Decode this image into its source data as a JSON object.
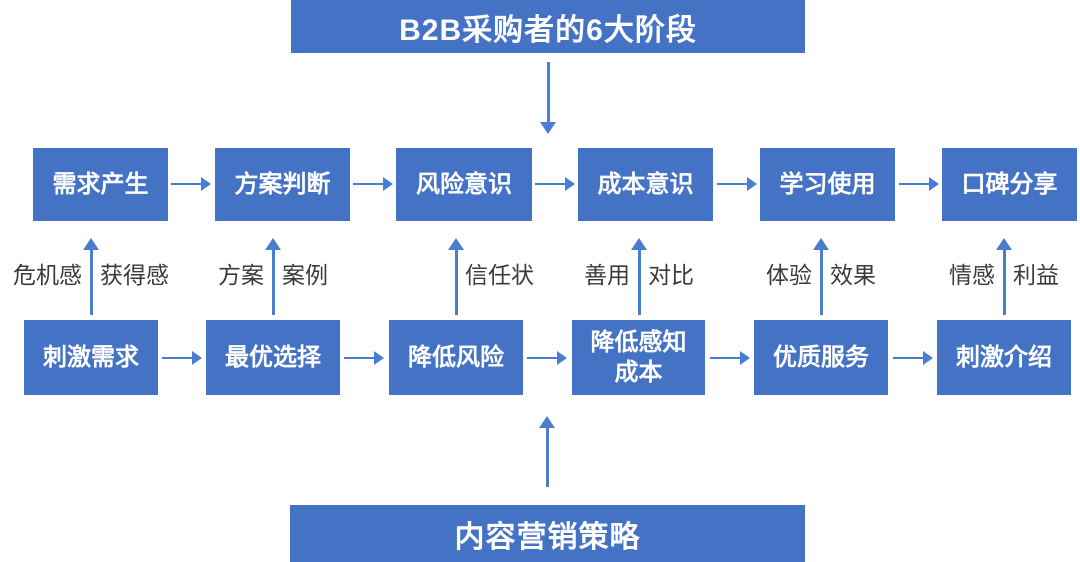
{
  "top_banner": {
    "label": "B2B采购者的6大阶段"
  },
  "bottom_banner": {
    "label": "内容营销策略"
  },
  "buyer_stages": [
    {
      "label": "需求产生"
    },
    {
      "label": "方案判断"
    },
    {
      "label": "风险意识"
    },
    {
      "label": "成本意识"
    },
    {
      "label": "学习使用"
    },
    {
      "label": "口碑分享"
    }
  ],
  "content_strategies": [
    {
      "label": "刺激需求"
    },
    {
      "label": "最优选择"
    },
    {
      "label": "降低风险"
    },
    {
      "label": "降低感知成本"
    },
    {
      "label": "优质服务"
    },
    {
      "label": "刺激介绍"
    }
  ],
  "link_labels": [
    {
      "left": "危机感",
      "right": "获得感"
    },
    {
      "left": "方案",
      "right": "案例"
    },
    {
      "left": "",
      "right": "信任状"
    },
    {
      "left": "善用",
      "right": "对比"
    },
    {
      "left": "体验",
      "right": "效果"
    },
    {
      "left": "情感",
      "right": "利益"
    }
  ],
  "colors": {
    "box_fill": "#4472C4",
    "arrow": "#4A7CD0",
    "label_text": "#3B3B3B"
  }
}
